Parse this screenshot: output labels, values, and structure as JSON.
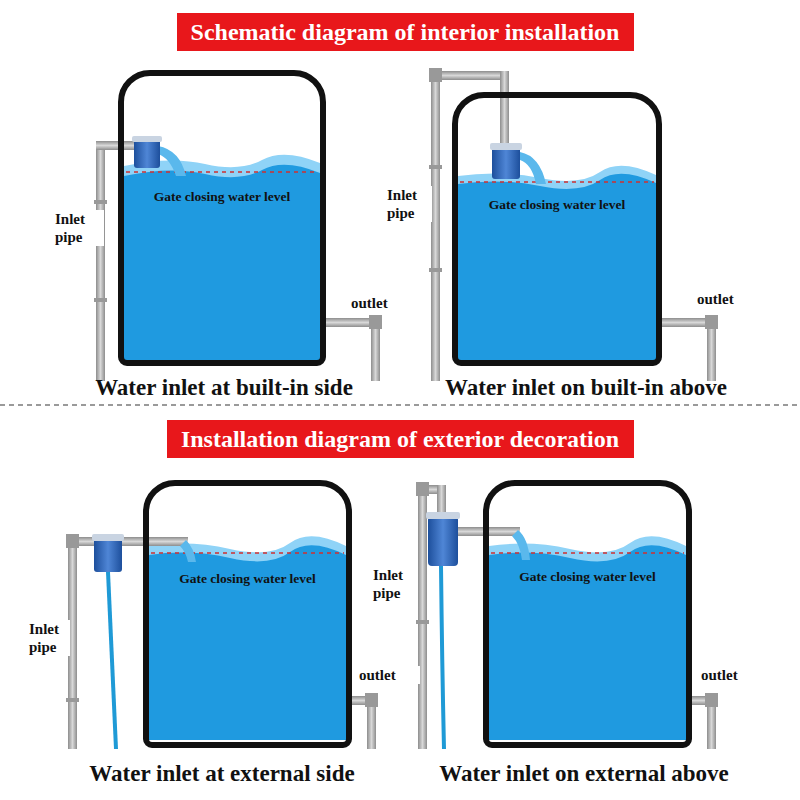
{
  "diagram": {
    "nodes": [
      {
        "text": [
          "Schematic diagram of interior installation"
        ]
      },
      {
        "text": [
          "Gate closing water level"
        ]
      },
      {
        "text": [
          "Gate closing water level"
        ]
      },
      {
        "text": [
          "Installation diagram of exterior decoration"
        ]
      },
      {
        "text": [
          "Gate closing water level"
        ]
      },
      {
        "text": [
          "Gate closing water level"
        ]
      }
    ],
    "labels": [
      "Inlet pipe",
      "outlet",
      "Water inlet at built-in side",
      "Inlet pipe",
      "outlet",
      "Water inlet on built-in above",
      "Inlet pipe",
      "outlet",
      "Water inlet at external side",
      "Inlet pipe",
      "outlet",
      "Water inlet on external above"
    ]
  }
}
